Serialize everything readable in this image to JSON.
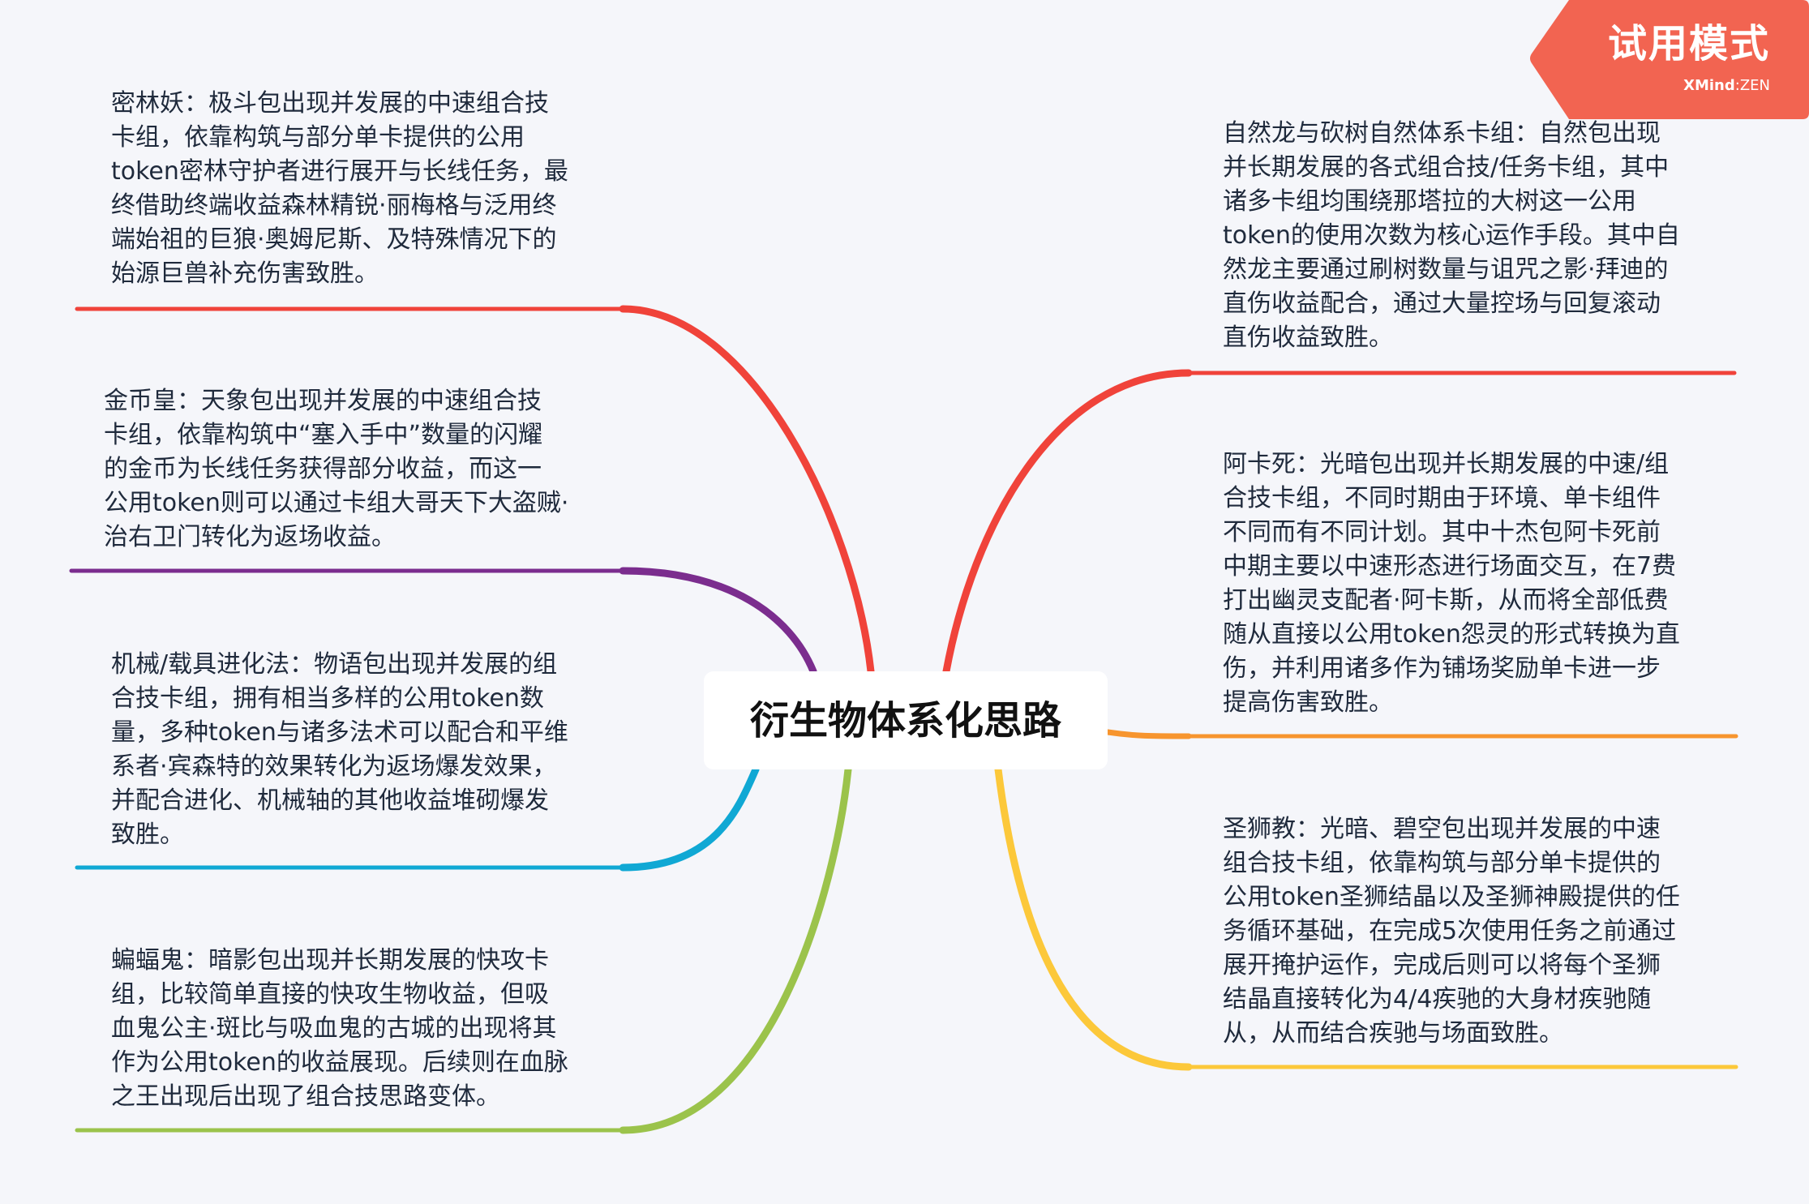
{
  "central_topic": "衍生物体系化思路",
  "badge": {
    "title": "试用模式",
    "brand": "XMind",
    "edition": ":ZEN"
  },
  "colors": {
    "red": "#F0433A",
    "purple": "#7B2D8E",
    "blue": "#10A8D4",
    "green": "#9BC34B",
    "orange": "#F7952E",
    "yellow": "#FCC83A",
    "badge": "#F26451"
  },
  "topics": [
    {
      "id": "milinyao",
      "lines": [
        "密林妖：极斗包出现并发展的中速组合技",
        "卡组，依靠构筑与部分单卡提供的公用",
        "token密林守护者进行展开与长线任务，最",
        "终借助终端收益森林精锐·丽梅格与泛用终",
        "端始祖的巨狼·奥姆尼斯、及特殊情况下的",
        "始源巨兽补充伤害致胜。"
      ]
    },
    {
      "id": "jinbihuang",
      "lines": [
        "金币皇：天象包出现并发展的中速组合技",
        "卡组，依靠构筑中“塞入手中”数量的闪耀",
        "的金币为长线任务获得部分收益，而这一",
        "公用token则可以通过卡组大哥天下大盗贼·",
        "治右卫门转化为返场收益。"
      ]
    },
    {
      "id": "jixie",
      "lines": [
        "机械/载具进化法：物语包出现并发展的组",
        "合技卡组，拥有相当多样的公用token数",
        "量，多种token与诸多法术可以配合和平维",
        "系者·宾森特的效果转化为返场爆发效果，",
        "并配合进化、机械轴的其他收益堆砌爆发",
        "致胜。"
      ]
    },
    {
      "id": "bianfugui",
      "lines": [
        "蝙蝠鬼：暗影包出现并长期发展的快攻卡",
        "组，比较简单直接的快攻生物收益，但吸",
        "血鬼公主·斑比与吸血鬼的古城的出现将其",
        "作为公用token的收益展现。后续则在血脉",
        "之王出现后出现了组合技思路变体。"
      ]
    },
    {
      "id": "ziranlong",
      "lines": [
        "自然龙与砍树自然体系卡组：自然包出现",
        "并长期发展的各式组合技/任务卡组，其中",
        "诸多卡组均围绕那塔拉的大树这一公用",
        "token的使用次数为核心运作手段。其中自",
        "然龙主要通过刷树数量与诅咒之影·拜迪的",
        "直伤收益配合，通过大量控场与回复滚动",
        "直伤收益致胜。"
      ]
    },
    {
      "id": "akasi",
      "lines": [
        "阿卡死：光暗包出现并长期发展的中速/组",
        "合技卡组，不同时期由于环境、单卡组件",
        "不同而有不同计划。其中十杰包阿卡死前",
        "中期主要以中速形态进行场面交互，在7费",
        "打出幽灵支配者·阿卡斯，从而将全部低费",
        "随从直接以公用token怨灵的形式转换为直",
        "伤，并利用诸多作为铺场奖励单卡进一步",
        "提高伤害致胜。"
      ]
    },
    {
      "id": "shengshijiao",
      "lines": [
        "圣狮教：光暗、碧空包出现并发展的中速",
        "组合技卡组，依靠构筑与部分单卡提供的",
        "公用token圣狮结晶以及圣狮神殿提供的任",
        "务循环基础，在完成5次使用任务之前通过",
        "展开掩护运作，完成后则可以将每个圣狮",
        "结晶直接转化为4/4疾驰的大身材疾驰随",
        "从，从而结合疾驰与场面致胜。"
      ]
    }
  ]
}
